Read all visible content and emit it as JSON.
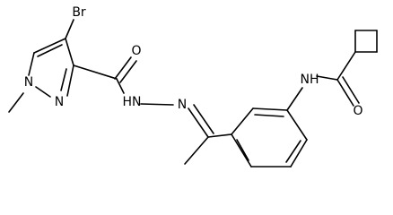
{
  "molecule": {
    "atoms": {
      "bromine": "Br",
      "pyrazole_n1": "N",
      "pyrazole_n2": "N",
      "amide_oxygen_left": "O",
      "hydrazide_nh": "HN",
      "hydrazone_n": "N",
      "anilide_nh": "NH",
      "amide_oxygen_right": "O"
    }
  }
}
